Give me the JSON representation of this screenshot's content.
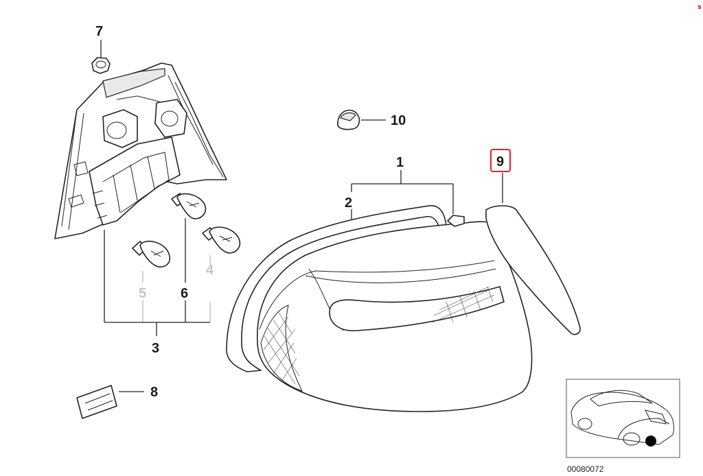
{
  "callouts": {
    "c1": "1",
    "c2": "2",
    "c3": "3",
    "c4": "4",
    "c5": "5",
    "c6": "6",
    "c7": "7",
    "c8": "8",
    "c9": "9",
    "c10": "10"
  },
  "highlight": {
    "label": "9",
    "color": "#d9262c"
  },
  "inset": {
    "code": "00080072"
  },
  "corner_mark": "s"
}
